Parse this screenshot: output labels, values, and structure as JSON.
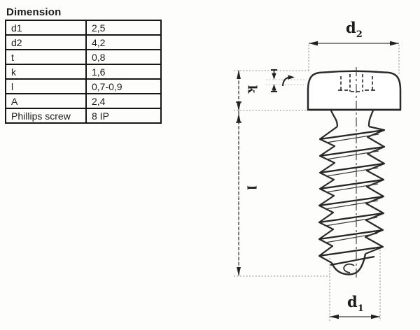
{
  "table": {
    "title": "Dimension",
    "rows": [
      {
        "label": "d1",
        "value": "2,5"
      },
      {
        "label": "d2",
        "value": "4,2"
      },
      {
        "label": "t",
        "value": "0,8"
      },
      {
        "label": "k",
        "value": "1,6"
      },
      {
        "label": "l",
        "value": "0,7-0,9"
      },
      {
        "label": "A",
        "value": "2,4"
      },
      {
        "label": "Phillips screw",
        "value": "8 IP"
      }
    ]
  },
  "drawing": {
    "labels": {
      "d2": {
        "base": "d",
        "sub": "2"
      },
      "d1": {
        "base": "d",
        "sub": "1"
      },
      "k": "k",
      "l": "l"
    },
    "colors": {
      "outline": "#2a2a2a",
      "dimension": "#3d3d3d",
      "extension": "#8f8f8f",
      "hidden_line": "#333333"
    }
  }
}
